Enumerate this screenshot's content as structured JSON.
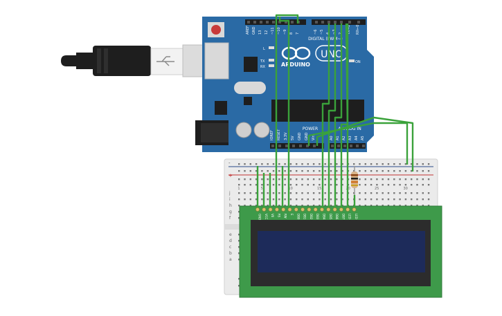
{
  "board": {
    "brand": "ARDUINO",
    "model": "UNO",
    "section_digital": "DIGITAL (PWM~)",
    "section_power": "POWER",
    "section_analog": "ANALOG IN",
    "label_on": "ON",
    "label_l": "L",
    "label_tx": "TX",
    "label_rx": "RX",
    "digital_pins": [
      "AREF",
      "GND",
      "13",
      "12",
      "~11",
      "~10",
      "~9",
      "8",
      "7",
      "~6",
      "~5",
      "4",
      "~3",
      "2",
      "TX→1",
      "RX←0"
    ],
    "power_pins": [
      "IOREF",
      "RESET",
      "3.3V",
      "5V",
      "GND",
      "GND",
      "Vin"
    ],
    "analog_pins": [
      "A0",
      "A1",
      "A2",
      "A3",
      "A4",
      "A5"
    ]
  },
  "breadboard": {
    "row_letters_top": [
      "j",
      "i",
      "h",
      "g",
      "f"
    ],
    "row_letters_bottom": [
      "e",
      "d",
      "c",
      "b",
      "a"
    ],
    "column_numbers": [
      "1",
      "5",
      "10",
      "15",
      "20",
      "25",
      "30"
    ],
    "rail_plus": "+",
    "rail_minus": "-"
  },
  "lcd": {
    "pins": [
      "GND",
      "VCC",
      "V0",
      "RS",
      "RW",
      "E",
      "DB0",
      "DB1",
      "DB2",
      "DB3",
      "DB4",
      "DB5",
      "DB6",
      "DB7",
      "LED",
      "LED"
    ]
  },
  "colors": {
    "board": "#2a6aa5",
    "wire": "#3aa23a",
    "lcd_pcb": "#3e9a4a",
    "lcd_screen": "#1d2b5a",
    "usb_cable": "#222222"
  }
}
